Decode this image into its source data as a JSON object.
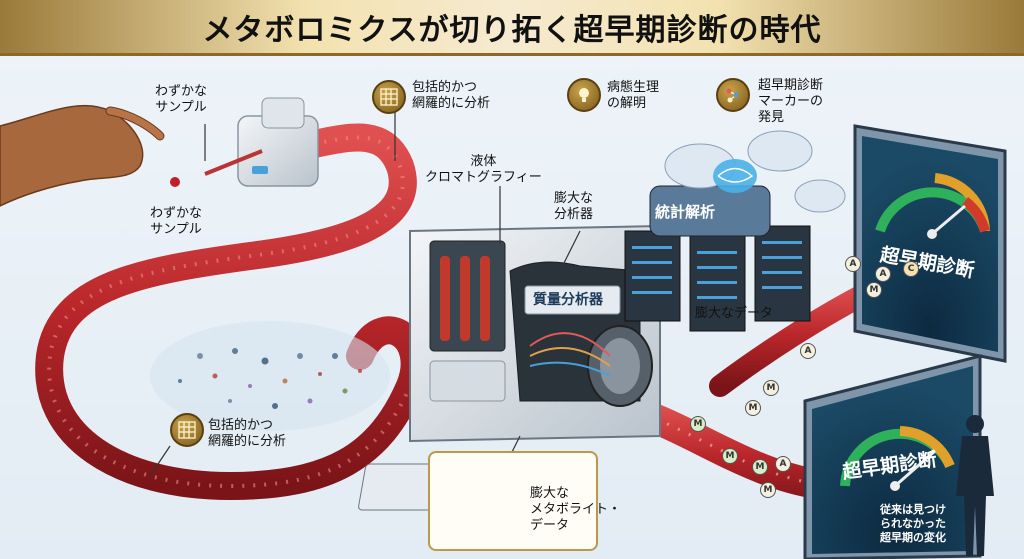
{
  "header": {
    "title": "メタボロミクスが切り拓く超早期診断の時代"
  },
  "labels": {
    "small_sample_top": [
      "わずかな",
      "サンプル"
    ],
    "small_sample_bottom": [
      "わずかな",
      "サンプル"
    ],
    "comprehensive_top": [
      "包括的かつ",
      "網羅的に分析"
    ],
    "comprehensive_bottom": [
      "包括的かつ",
      "網羅的に分析"
    ],
    "liquid_chromatography": [
      "液体",
      "クロマトグラフィー"
    ],
    "massive_analyzer": [
      "膨大な",
      "分析器"
    ],
    "mass_spec": "質量分析器",
    "pathophysiology": [
      "病態生理",
      "の解明"
    ],
    "early_marker": [
      "超早期診断",
      "マーカーの",
      "発見"
    ],
    "statistics": "統計解析",
    "massive_data": "膨大なデータ",
    "metabolite_data": [
      "膨大な",
      "メタボライト・",
      "データ"
    ],
    "early_diagnosis_top": "超早期診断",
    "early_diagnosis_bottom": "超早期診断",
    "change_caption": [
      "従来は見つけ",
      "られなかった",
      "超早期の変化"
    ]
  },
  "markers": [
    "A",
    "A",
    "C",
    "M",
    "A",
    "M",
    "M",
    "M",
    "M",
    "A",
    "M",
    "M"
  ],
  "icons": {
    "grid_chart": "grid-chart-icon",
    "lightbulb": "lightbulb-icon",
    "molecule": "molecule-icon",
    "hand": "hand-icon",
    "brain": "brain-icon",
    "gauge": "gauge-icon",
    "person": "person-silhouette-icon",
    "well_plate": "well-plate-icon"
  },
  "colors": {
    "tube": "#b8262a",
    "gold": "#b89a4a",
    "screen": "#1c3a5a"
  }
}
